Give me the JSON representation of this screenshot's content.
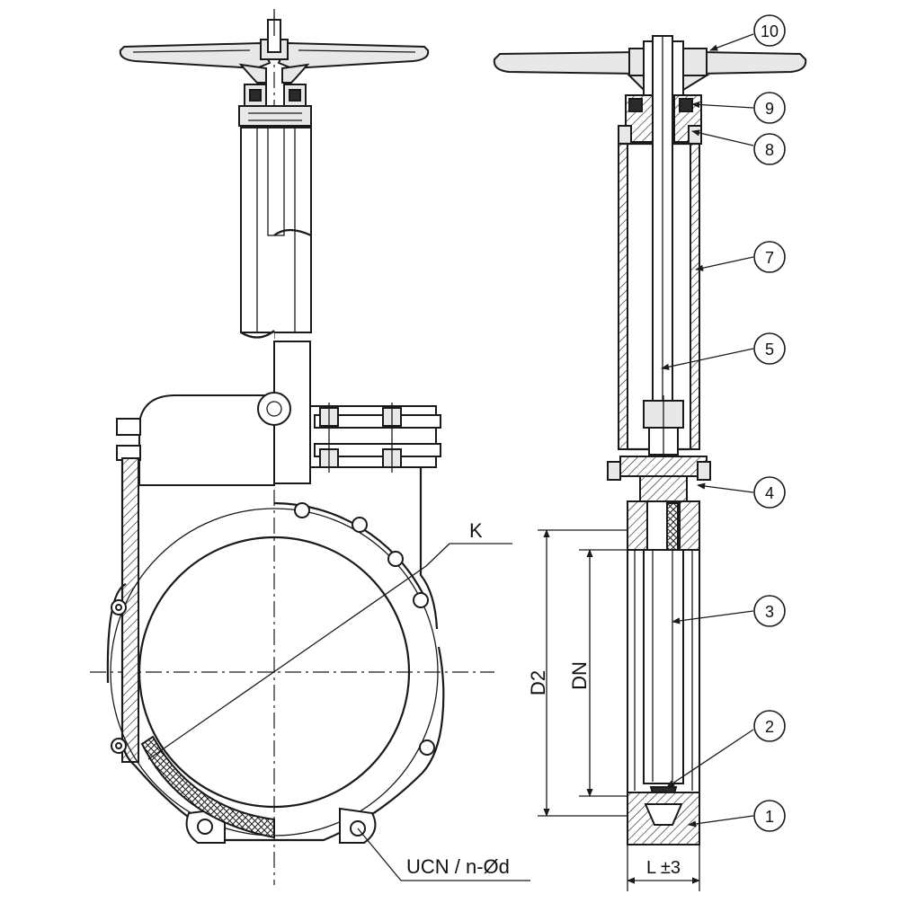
{
  "drawing": {
    "callouts": [
      {
        "id": "callout-1",
        "label": "1"
      },
      {
        "id": "callout-2",
        "label": "2"
      },
      {
        "id": "callout-3",
        "label": "3"
      },
      {
        "id": "callout-4",
        "label": "4"
      },
      {
        "id": "callout-5",
        "label": "5"
      },
      {
        "id": "callout-7",
        "label": "7"
      },
      {
        "id": "callout-8",
        "label": "8"
      },
      {
        "id": "callout-9",
        "label": "9"
      },
      {
        "id": "callout-10",
        "label": "10"
      }
    ],
    "dimensions": {
      "k_label": "K",
      "d2_label": "D2",
      "dn_label": "DN",
      "length_label": "L ±3",
      "bolt_label": "UCN / n-Ød"
    },
    "colors": {
      "line": "#1a1a1a",
      "part_fill": "#e8e8e8",
      "background": "#ffffff"
    }
  }
}
